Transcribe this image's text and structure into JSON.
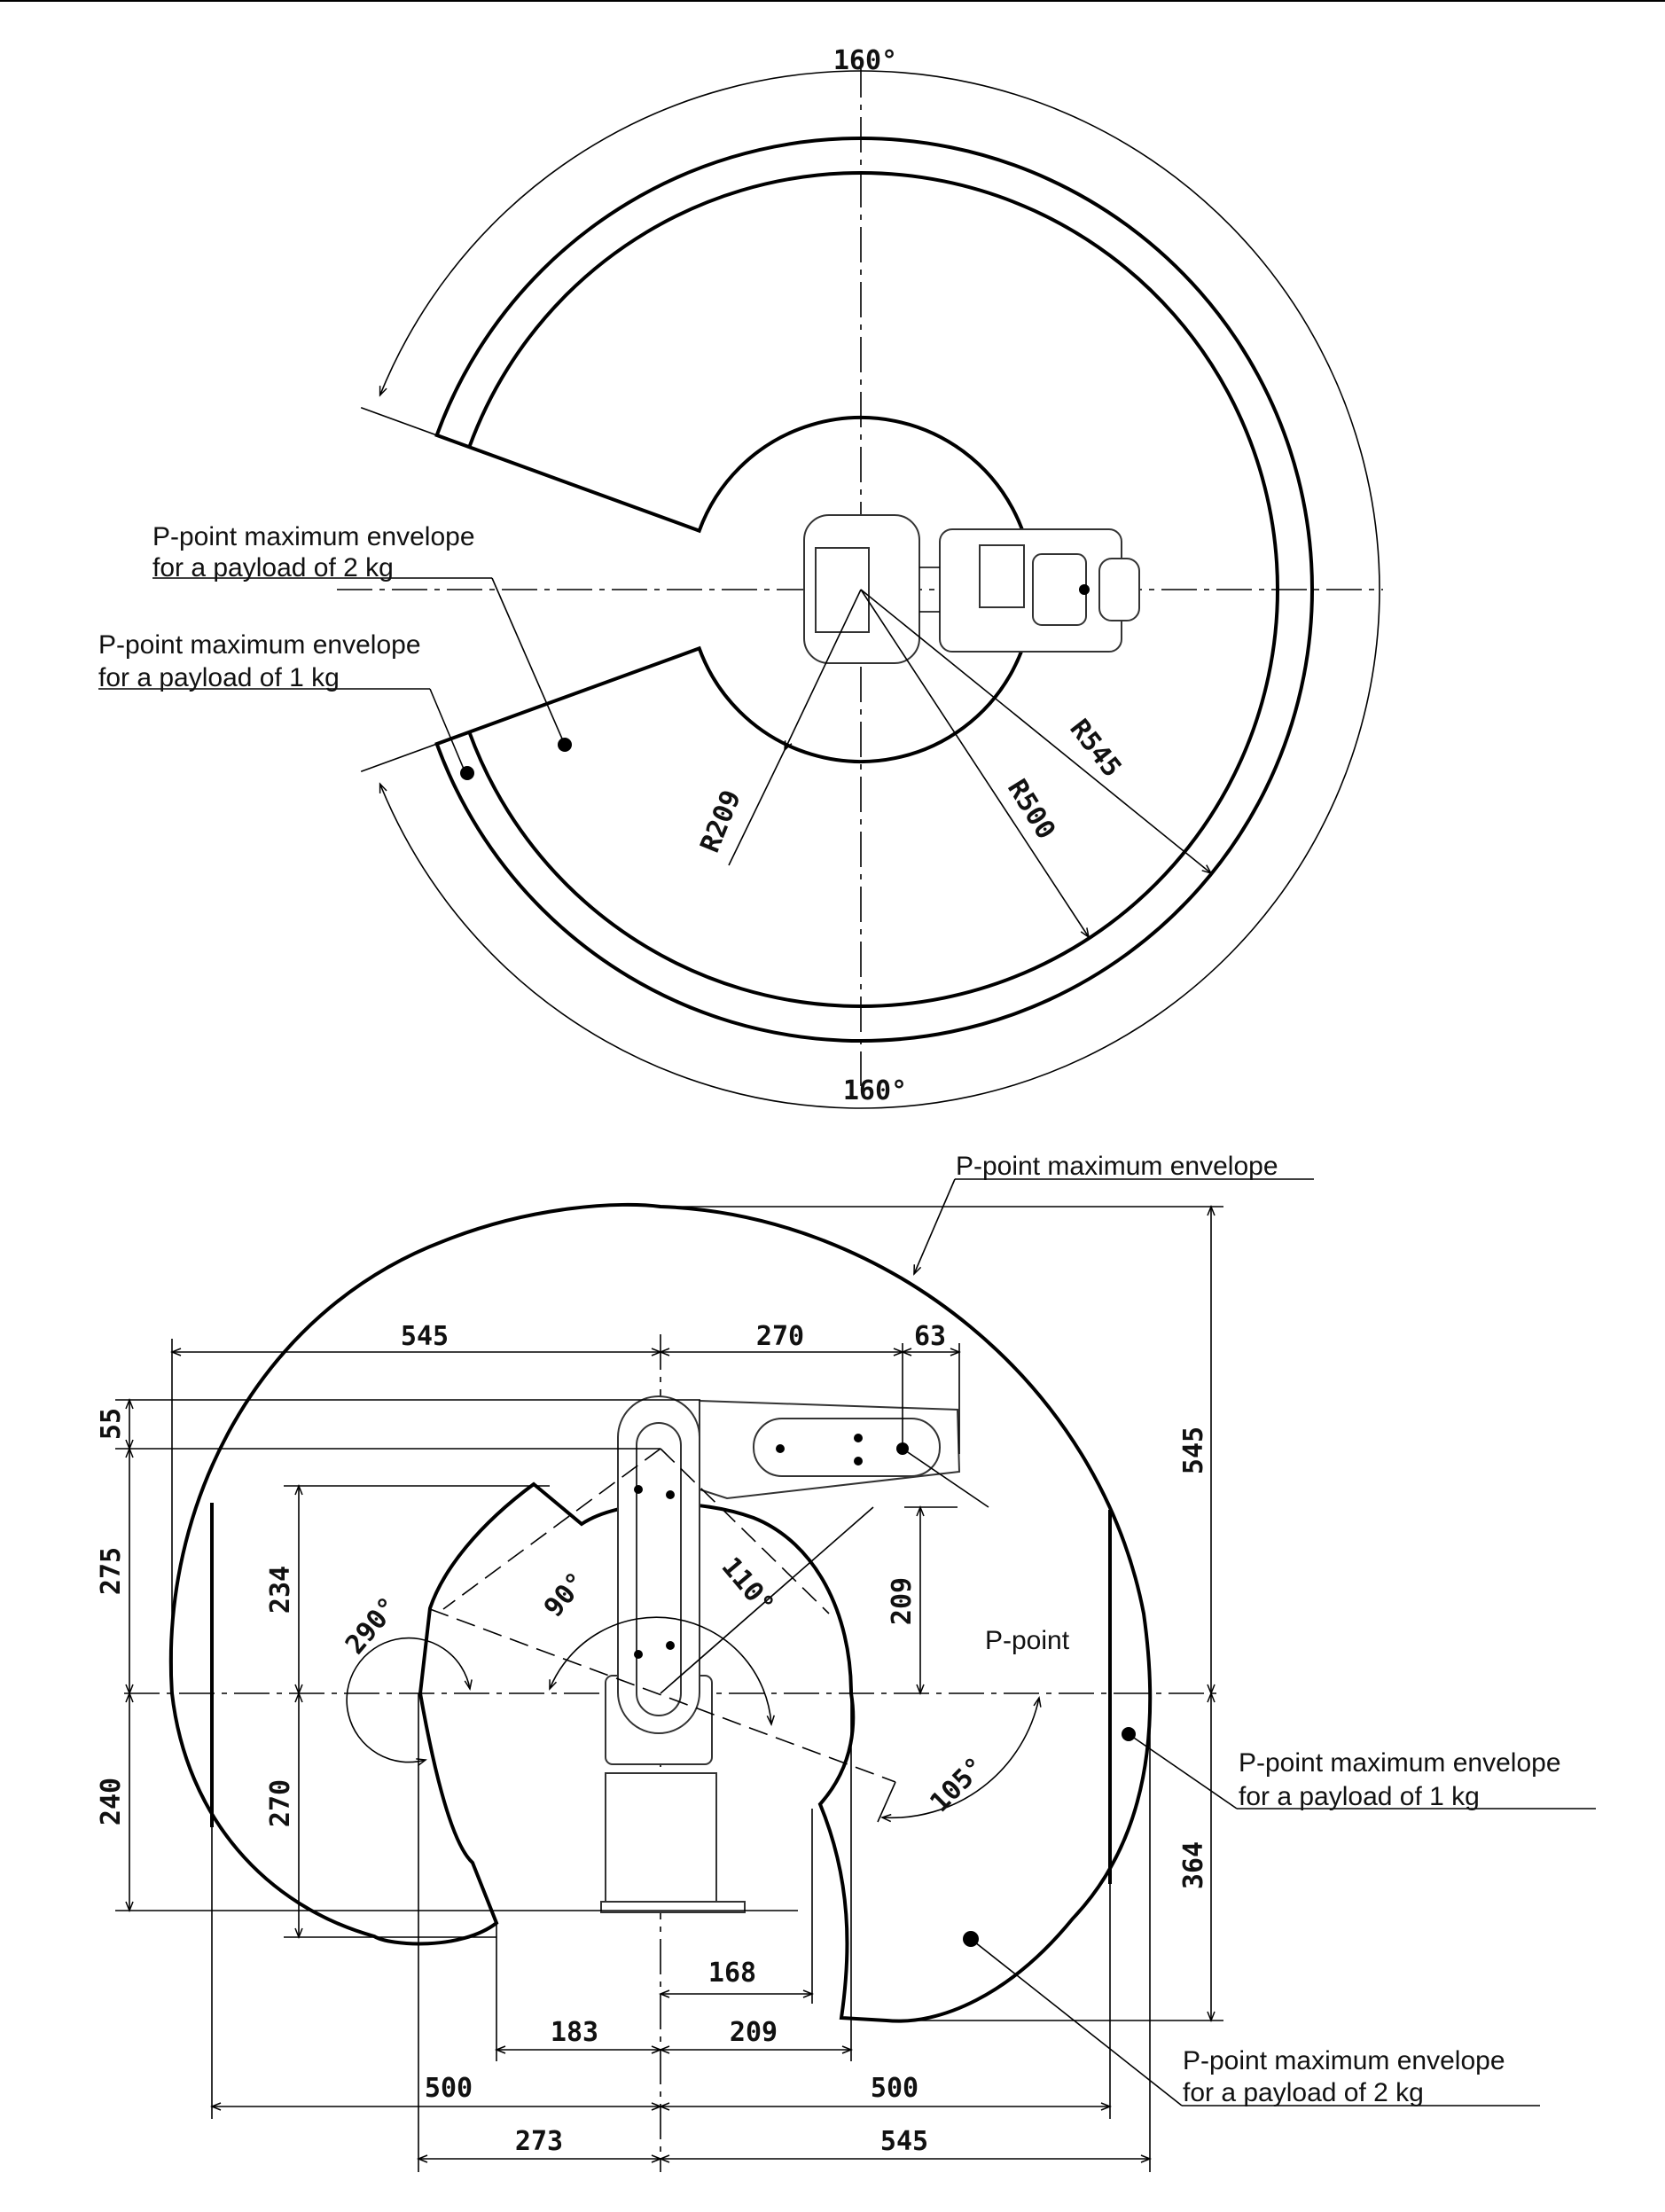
{
  "top_view": {
    "angle_top": "160°",
    "angle_bottom": "160°",
    "radius_545": "R545",
    "radius_500": "R500",
    "radius_209": "R209",
    "note_2kg": {
      "line1": "P-point maximum envelope",
      "line2": "for a payload of 2 kg"
    },
    "note_1kg": {
      "line1": "P-point maximum envelope",
      "line2": "for a payload of 1 kg"
    }
  },
  "side_view": {
    "note_max": "P-point maximum envelope",
    "p_point": "P-point",
    "note_1kg": {
      "line1": "P-point maximum envelope",
      "line2": "for a payload of 1 kg"
    },
    "note_2kg": {
      "line1": "P-point maximum envelope",
      "line2": "for a payload of 2 kg"
    },
    "dims": {
      "top_545": "545",
      "top_270": "270",
      "top_63": "63",
      "left_55": "55",
      "left_275": "275",
      "left_240": "240",
      "left_234": "234",
      "left_270": "270",
      "right_209": "209",
      "right_545": "545",
      "right_364": "364",
      "bottom_168": "168",
      "bottom_183": "183",
      "bottom_209": "209",
      "bottom_500_left": "500",
      "bottom_500_right": "500",
      "bottom_273": "273",
      "bottom_545": "545"
    },
    "angles": {
      "a290": "290°",
      "a90": "90°",
      "a110": "110°",
      "a105": "105°"
    }
  }
}
